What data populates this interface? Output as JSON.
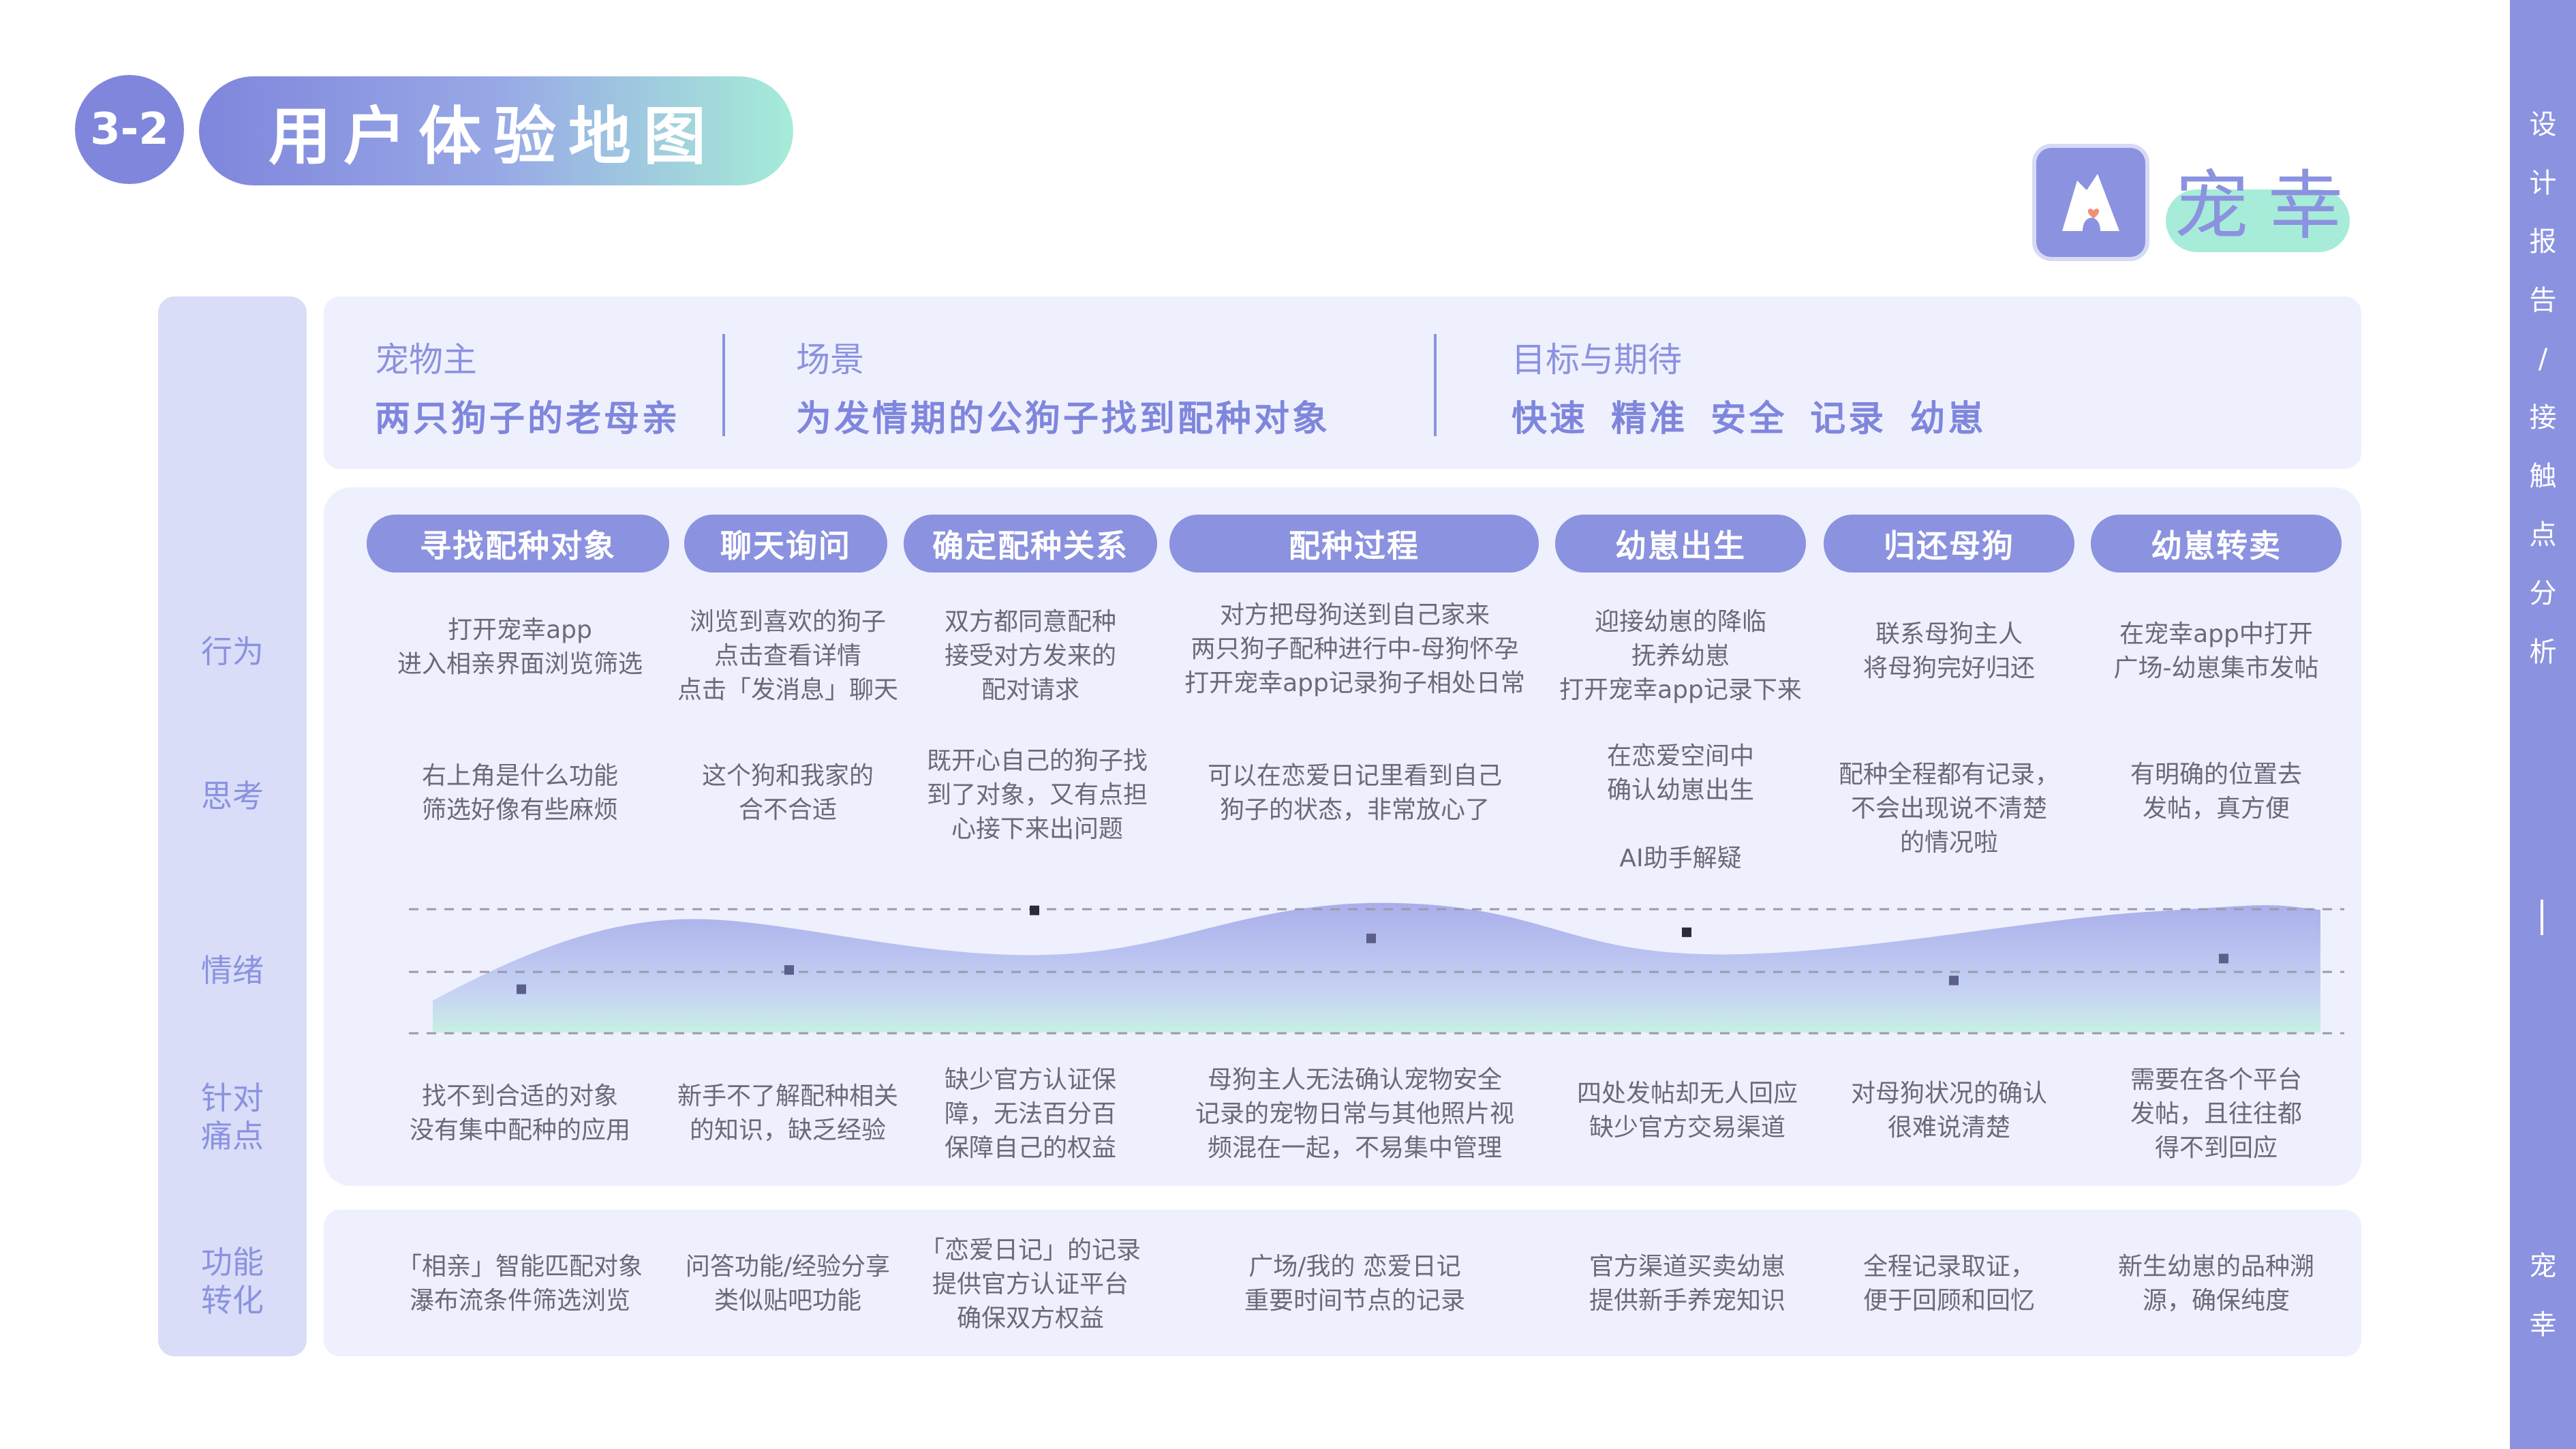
{
  "header": {
    "number": "3-2",
    "title": "用户体验地图"
  },
  "brand": {
    "name": "宠幸",
    "logo_icon": "dog-heart-logo-icon"
  },
  "side": {
    "text": "设计报告/接触点分析",
    "brand": "宠幸"
  },
  "colors": {
    "primary": "#8b92df",
    "mint": "#a6ecd8",
    "panel": "#eef0fe",
    "label_col": "#d9ddf8"
  },
  "persona": {
    "label": "宠物主",
    "value": "两只狗子的老母亲"
  },
  "scene": {
    "label": "场景",
    "value": "为发情期的公狗子找到配种对象"
  },
  "goal": {
    "label": "目标与期待",
    "value": "快速 精准 安全 记录 幼崽"
  },
  "row_labels": {
    "behavior": "行为",
    "thinking": "思考",
    "emotion": "情绪",
    "pain": "针对\n痛点",
    "function": "功能\n转化"
  },
  "stages": [
    {
      "name": "寻找配种对象",
      "behavior": "打开宠幸app\n进入相亲界面浏览筛选",
      "thinking": "右上角是什么功能\n筛选好像有些麻烦",
      "pain": "找不到合适的对象\n没有集中配种的应用",
      "function": "「相亲」智能匹配对象\n瀑布流条件筛选浏览"
    },
    {
      "name": "聊天询问",
      "behavior": "浏览到喜欢的狗子\n点击查看详情\n点击「发消息」聊天",
      "thinking": "这个狗和我家的\n合不合适",
      "pain": "新手不了解配种相关\n的知识，缺乏经验",
      "function": "问答功能/经验分享\n类似贴吧功能"
    },
    {
      "name": "确定配种关系",
      "behavior": "双方都同意配种\n接受对方发来的\n配对请求",
      "thinking": "既开心自己的狗子找\n到了对象，又有点担\n心接下来出问题",
      "pain": "缺少官方认证保\n障，无法百分百\n保障自己的权益",
      "function": "「恋爱日记」的记录\n提供官方认证平台\n确保双方权益"
    },
    {
      "name": "配种过程",
      "behavior": "对方把母狗送到自己家来\n两只狗子配种进行中-母狗怀孕\n打开宠幸app记录狗子相处日常",
      "thinking": "可以在恋爱日记里看到自己\n狗子的状态，非常放心了",
      "pain": "母狗主人无法确认宠物安全\n记录的宠物日常与其他照片视\n频混在一起，不易集中管理",
      "function": "广场/我的 恋爱日记\n重要时间节点的记录"
    },
    {
      "name": "幼崽出生",
      "behavior": "迎接幼崽的降临\n抚养幼崽\n打开宠幸app记录下来",
      "thinking": "在恋爱空间中\n确认幼崽出生\n\nAI助手解疑",
      "pain": "四处发帖却无人回应\n缺少官方交易渠道",
      "function": "官方渠道买卖幼崽\n提供新手养宠知识"
    },
    {
      "name": "归还母狗",
      "behavior": "联系母狗主人\n将母狗完好归还",
      "thinking": "配种全程都有记录，\n不会出现说不清楚\n的情况啦",
      "pain": "对母狗状况的确认\n很难说清楚",
      "function": "全程记录取证，\n便于回顾和回忆"
    },
    {
      "name": "幼崽转卖",
      "behavior": "在宠幸app中打开\n广场-幼崽集市发帖",
      "thinking": "有明确的位置去\n发帖，真方便",
      "pain": "需要在各个平台\n发帖，且往往都\n得不到回应",
      "function": "新生幼崽的品种溯\n源，确保纯度"
    }
  ],
  "chart_data": {
    "type": "line",
    "categories": [
      "寻找配种对象",
      "聊天询问",
      "确定配种关系",
      "配种过程",
      "幼崽出生",
      "归还母狗",
      "幼崽转卖"
    ],
    "series": [
      {
        "values": [
          0.3,
          0.52,
          1.2,
          0.88,
          0.95,
          0.4,
          0.65
        ]
      }
    ],
    "ylim": [
      0,
      1.4
    ],
    "grid": true
  }
}
